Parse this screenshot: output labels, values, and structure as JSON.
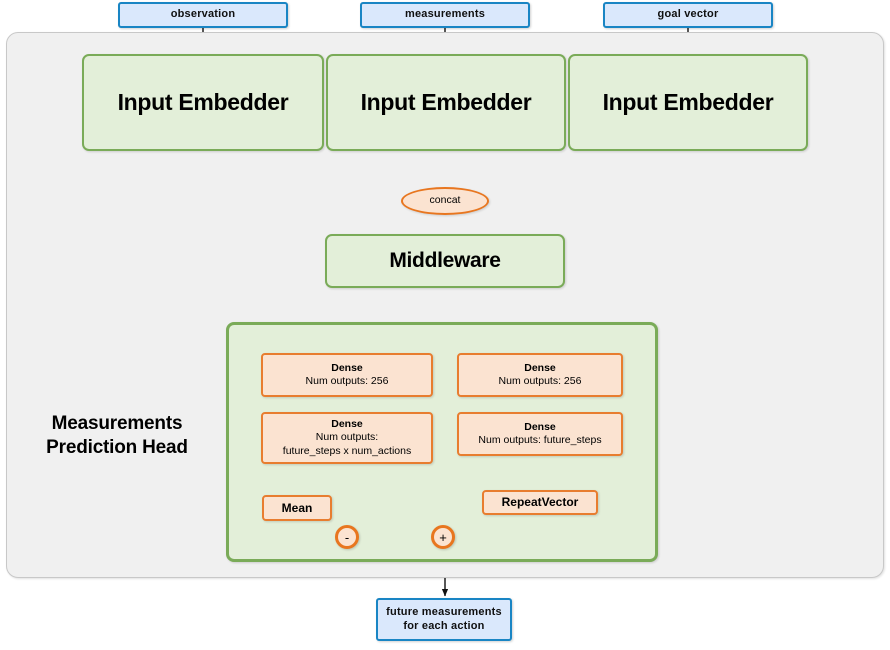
{
  "diagram": {
    "title": "Measurements Prediction Head network architecture",
    "colors": {
      "io_fill": "#dae8fc",
      "io_border": "#1985c4",
      "green_fill": "#e3efd9",
      "green_border": "#7aab58",
      "orange_fill": "#fbe3d1",
      "orange_border": "#e87d2f",
      "panel_fill": "#f0f0f0",
      "panel_border": "#c8c8c8",
      "edge_color": "#000000"
    },
    "inputs": [
      {
        "id": "observation",
        "label": "observation"
      },
      {
        "id": "measurements",
        "label": "measurements"
      },
      {
        "id": "goal_vector",
        "label": "goal vector"
      }
    ],
    "embedders": [
      {
        "id": "embedder_observation",
        "label": "Input Embedder"
      },
      {
        "id": "embedder_measurements",
        "label": "Input Embedder"
      },
      {
        "id": "embedder_goal_vector",
        "label": "Input Embedder"
      }
    ],
    "concat": {
      "label": "concat"
    },
    "middleware": {
      "label": "Middleware"
    },
    "head": {
      "title_line1": "Measurements",
      "title_line2": "Prediction Head",
      "left_branch": {
        "dense1": {
          "line1": "Dense",
          "line2": "Num outputs: 256"
        },
        "dense2": {
          "line1": "Dense",
          "line2": "Num outputs:",
          "line3": "future_steps x num_actions"
        },
        "mean": {
          "label": "Mean"
        },
        "operator": {
          "symbol": "-"
        }
      },
      "right_branch": {
        "dense1": {
          "line1": "Dense",
          "line2": "Num outputs: 256"
        },
        "dense2": {
          "line1": "Dense",
          "line2": "Num outputs: future_steps"
        },
        "repeat_vector": {
          "label": "RepeatVector"
        }
      },
      "merge_operator": {
        "symbol": "+"
      }
    },
    "output": {
      "line1": "future measurements",
      "line2": "for each action"
    }
  }
}
